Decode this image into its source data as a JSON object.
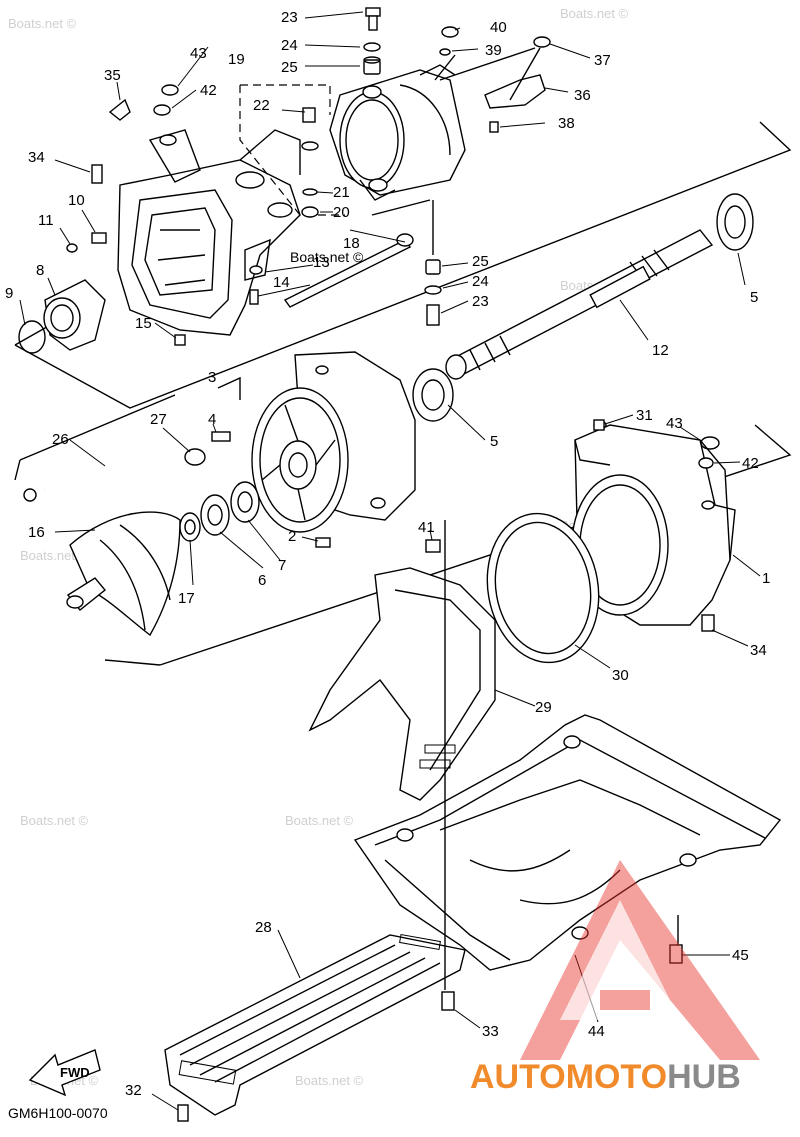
{
  "diagram": {
    "part_code": "GM6H100-0070",
    "fwd_label": "FWD",
    "watermark": "Boats.net ©",
    "brand": {
      "part1": "AUTO",
      "part2": "MOTO",
      "part3": "HUB"
    },
    "callouts": {
      "n1": "1",
      "n2": "2",
      "n3": "3",
      "n4": "4",
      "n5a": "5",
      "n5b": "5",
      "n6": "6",
      "n7": "7",
      "n8": "8",
      "n9": "9",
      "n10": "10",
      "n11": "11",
      "n12": "12",
      "n13": "13",
      "n14": "14",
      "n15": "15",
      "n16": "16",
      "n17": "17",
      "n18": "18",
      "n19": "19",
      "n20": "20",
      "n21": "21",
      "n22": "22",
      "n23a": "23",
      "n23b": "23",
      "n24a": "24",
      "n24b": "24",
      "n25a": "25",
      "n25b": "25",
      "n26": "26",
      "n27": "27",
      "n28": "28",
      "n29": "29",
      "n30": "30",
      "n31": "31",
      "n32": "32",
      "n33": "33",
      "n34a": "34",
      "n34b": "34",
      "n35": "35",
      "n36": "36",
      "n37": "37",
      "n38": "38",
      "n39": "39",
      "n40": "40",
      "n41": "41",
      "n42a": "42",
      "n42b": "42",
      "n43a": "43",
      "n43b": "43",
      "n44": "44",
      "n45": "45"
    },
    "colors": {
      "brand_orange": "#f08a2a",
      "brand_grey": "#8a8a8a",
      "logo_red": "#e8332a"
    }
  }
}
